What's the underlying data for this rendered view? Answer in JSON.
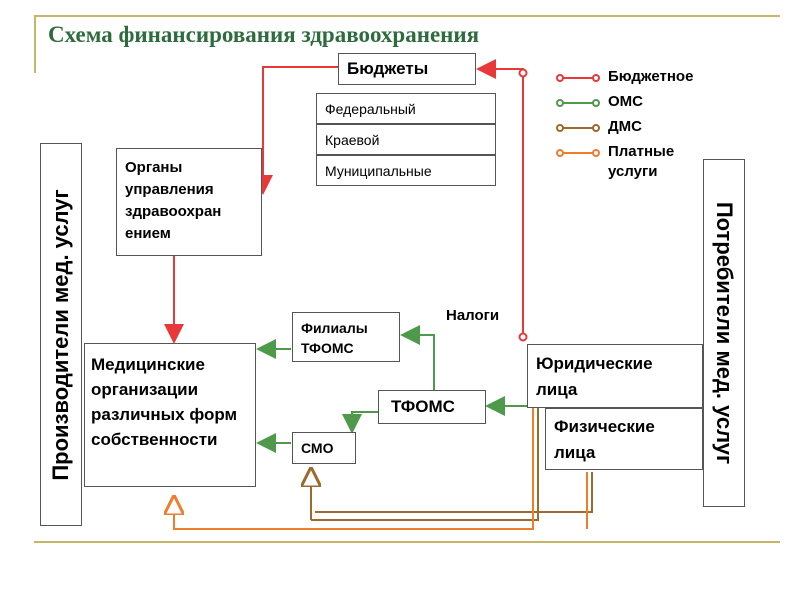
{
  "title": "Схема финансирования здравоохранения",
  "nodes": {
    "budgets": "Бюджеты",
    "federal": "Федеральный",
    "regional": "Краевой",
    "municipal": "Муниципальные",
    "health_authorities": "Органы управления здравоохран ением",
    "branches_tfoms": "Филиалы ТФОМС",
    "medical_orgs": "Медицинские организации различных форм собственности",
    "smo": "СМО",
    "tfoms": "ТФОМС",
    "legal_entities": "Юридические лица",
    "individuals": "Физические лица"
  },
  "side_labels": {
    "producers": "Производители мед. услуг",
    "consumers": "Потребители мед. услуг"
  },
  "taxes_label": "Налоги",
  "legend": [
    {
      "label": "Бюджетное",
      "color": "#e8383a"
    },
    {
      "label": "ОМС",
      "color": "#4e9a4a"
    },
    {
      "label": "ДМС",
      "color": "#9b6a2c"
    },
    {
      "label": "Платные услуги",
      "color": "#ef7d2e"
    }
  ],
  "colors": {
    "budget": "#e8383a",
    "oms": "#4e9a4a",
    "dms": "#9b6a2c",
    "paid": "#ef7d2e",
    "title": "#2e6b3e"
  }
}
